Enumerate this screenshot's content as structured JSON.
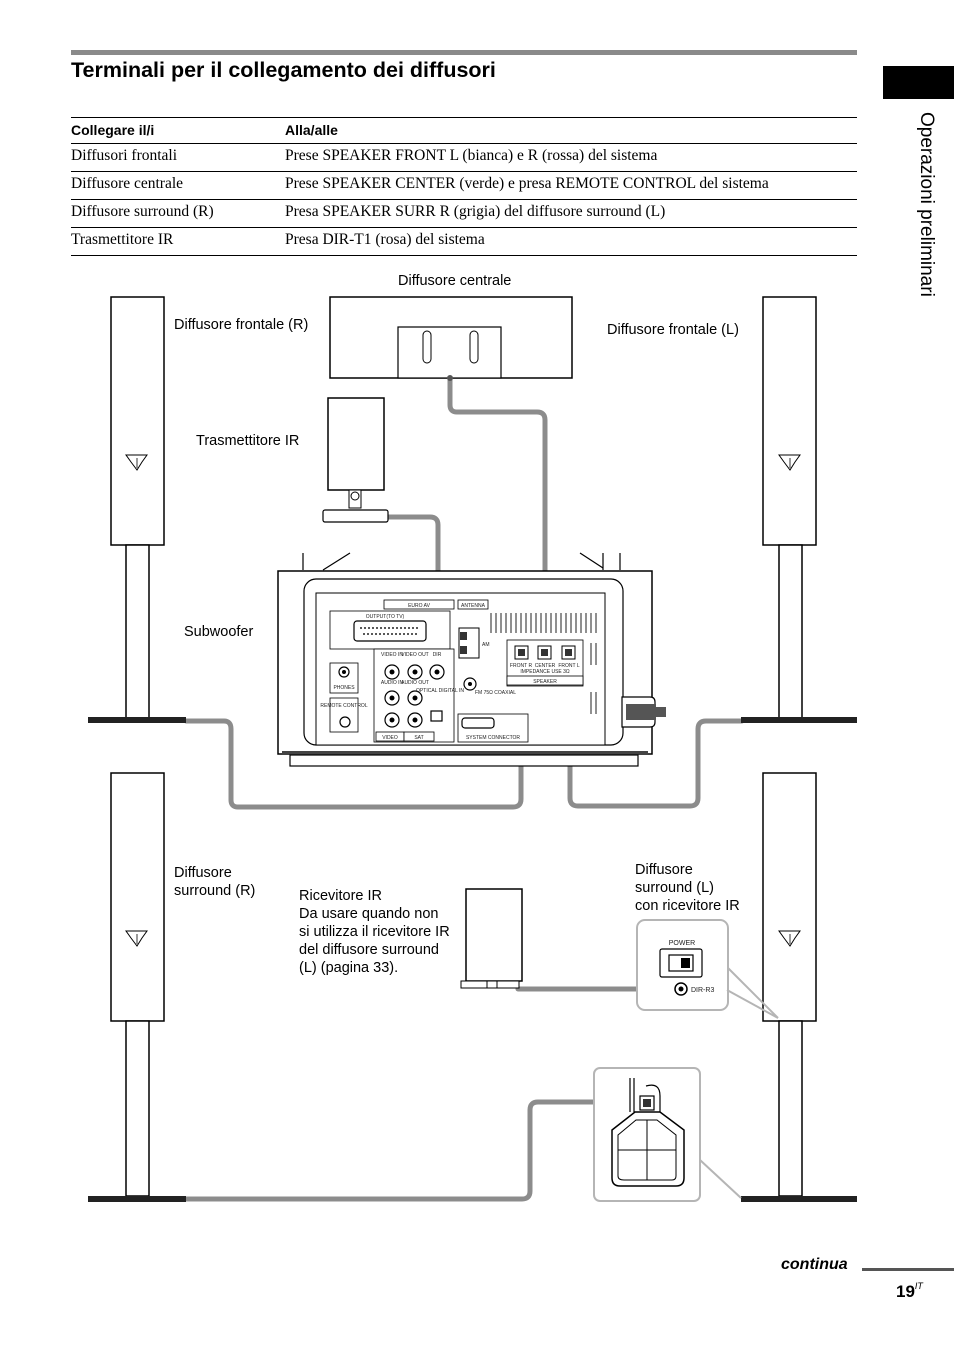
{
  "page": {
    "title": "Terminali per il collegamento dei diffusori",
    "section_tab": "Operazioni preliminari",
    "continua": "continua",
    "page_number": "19",
    "page_suffix": "IT"
  },
  "table": {
    "headers": [
      "Collegare il/i",
      "Alla/alle"
    ],
    "rows": [
      [
        "Diffusori frontali",
        "Prese SPEAKER FRONT L (bianca) e R (rossa) del sistema"
      ],
      [
        "Diffusore centrale",
        "Prese SPEAKER CENTER (verde) e presa REMOTE CONTROL del sistema"
      ],
      [
        "Diffusore surround (R)",
        "Presa SPEAKER SURR R (grigia) del diffusore surround (L)"
      ],
      [
        "Trasmettitore IR",
        "Presa DIR-T1 (rosa) del sistema"
      ]
    ]
  },
  "labels": {
    "center": "Diffusore centrale",
    "front_r": "Diffusore frontale (R)",
    "front_l": "Diffusore frontale (L)",
    "ir_transmitter": "Trasmettitore IR",
    "subwoofer": "Subwoofer",
    "surround_r": [
      "Diffusore",
      "surround (R)"
    ],
    "ir_receiver": [
      "Ricevitore IR",
      "Da usare quando non",
      "si utilizza il ricevitore IR",
      "del diffusore surround",
      "(L) (pagina 33)."
    ],
    "surround_l": [
      "Diffusore",
      "surround (L)",
      "con ricevitore IR"
    ]
  },
  "panel": {
    "euro_av": "EURO AV",
    "output_tv": "OUTPUT(TO TV)",
    "antenna": "ANTENNA",
    "phones": "PHONES",
    "remote_control": "REMOTE CONTROL",
    "video": "VIDEO",
    "sat": "SAT",
    "optical": "OPTICAL DIGITAL IN",
    "system_connector": "SYSTEM CONNECTOR",
    "speaker": "SPEAKER",
    "front_r": "FRONT R",
    "center": "CENTER",
    "front_l": "FRONT L",
    "impedance": "IMPEDANCE USE 3Ω",
    "am": "AM",
    "fm": "FM 75Ω COAXIAL",
    "video_in": "VIDEO IN",
    "video_out": "VIDEO OUT",
    "dir": "DIR",
    "audio_in": "AUDIO IN",
    "audio_out": "AUDIO OUT"
  },
  "surround_panel": {
    "power": "POWER",
    "dir_r3": "DIR-R3"
  }
}
